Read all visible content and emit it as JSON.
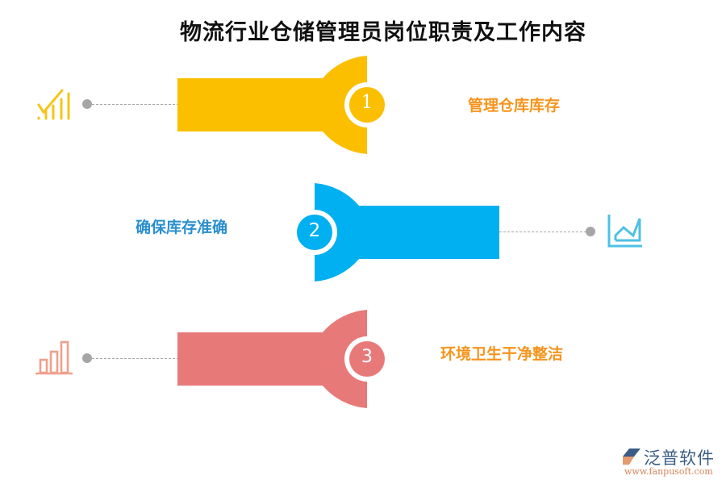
{
  "title": "物流行业仓储管理员岗位职责及工作内容",
  "items": [
    {
      "number": "1",
      "label": "管理仓库库存",
      "color": "#fcbf00",
      "label_color": "#f7941d",
      "icon": "chart-rising-bars-icon",
      "icon_color": "#f5c518",
      "side": "left"
    },
    {
      "number": "2",
      "label": "确保库存准确",
      "color": "#00b0f0",
      "label_color": "#2a8fd0",
      "icon": "area-chart-icon",
      "icon_color": "#4ec0e4",
      "side": "right"
    },
    {
      "number": "3",
      "label": "环境卫生干净整洁",
      "color": "#e87979",
      "label_color": "#f7941d",
      "icon": "bar-chart-icon",
      "icon_color": "#f0a08c",
      "side": "left"
    }
  ],
  "watermark": {
    "name": "泛普软件",
    "url": "www.fanpusoft.com"
  }
}
